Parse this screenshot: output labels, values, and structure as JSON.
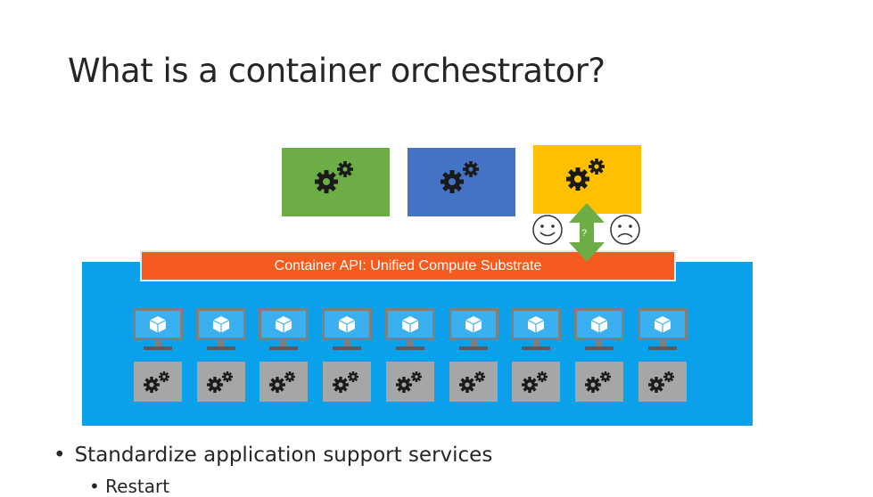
{
  "slide": {
    "title": "What is a container orchestrator?"
  },
  "diagram": {
    "apps": [
      {
        "name": "green-app",
        "color": "#6cad45",
        "icon": "gears-icon"
      },
      {
        "name": "blue-app",
        "color": "#4472c4",
        "icon": "gears-icon"
      },
      {
        "name": "yellow-app",
        "color": "#ffc000",
        "icon": "gears-icon"
      }
    ],
    "api_bar": {
      "label": "Container API: Unified Compute Substrate",
      "color": "#f55a1e"
    },
    "cluster_color": "#0ba0ea",
    "node_count": 9,
    "compatibility": {
      "question": "?",
      "left_face": "smiley-face-icon",
      "right_face": "sad-face-icon",
      "arrow_color": "#6cad45"
    }
  },
  "bullets": {
    "level1": "Standardize application support services",
    "level2": "Restart"
  }
}
